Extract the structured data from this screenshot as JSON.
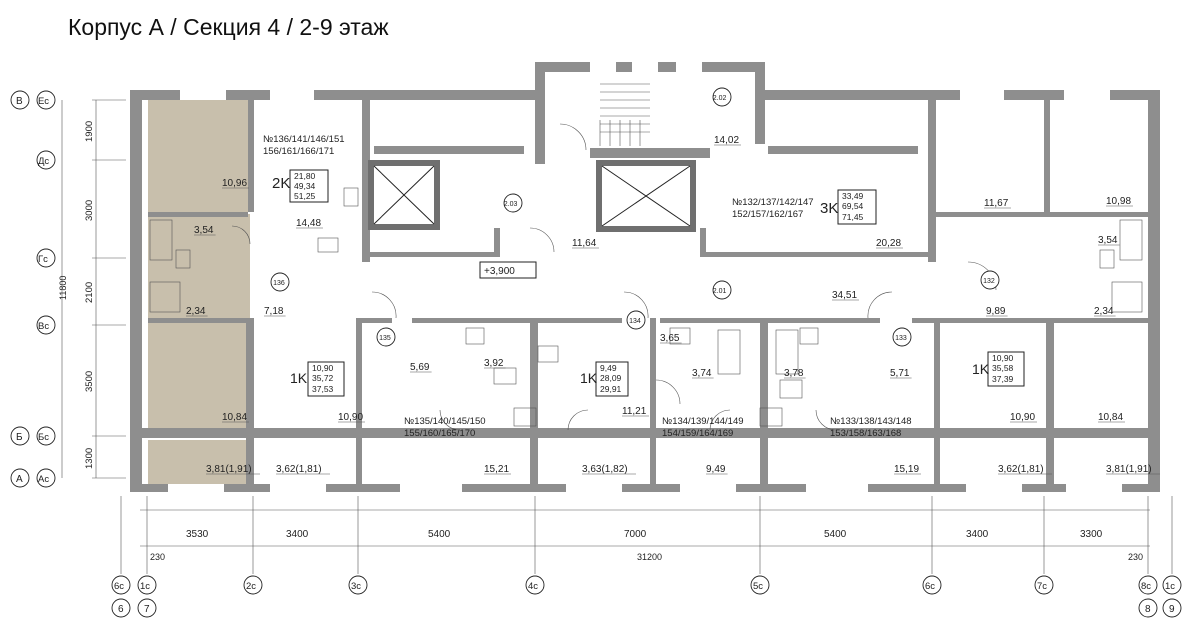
{
  "title": "Корпус А / Секция 4 / 2-9 этаж",
  "colors": {
    "highlight": "#c8bfac",
    "wall": "#8e8e8e",
    "line": "#222222"
  },
  "elevation": "+3,900",
  "left_axes": [
    {
      "id": "В",
      "sub": "Ес"
    },
    {
      "id": "",
      "sub": "Дс"
    },
    {
      "id": "",
      "sub": "Гс"
    },
    {
      "id": "",
      "sub": "Вс"
    },
    {
      "id": "Б",
      "sub": "Бс"
    },
    {
      "id": "А",
      "sub": "Ас"
    }
  ],
  "left_dims": [
    "1900",
    "3000",
    "2100",
    "3500",
    "1300"
  ],
  "left_total": "11800",
  "bottom_axes": [
    {
      "top": "6с",
      "bottom": "6"
    },
    {
      "top": "1с",
      "bottom": "7"
    },
    {
      "top": "2с",
      "bottom": ""
    },
    {
      "top": "3с",
      "bottom": ""
    },
    {
      "top": "4с",
      "bottom": ""
    },
    {
      "top": "5с",
      "bottom": ""
    },
    {
      "top": "6с",
      "bottom": ""
    },
    {
      "top": "7с",
      "bottom": ""
    },
    {
      "top": "8с",
      "bottom": "8"
    },
    {
      "top": "1с",
      "bottom": "9"
    }
  ],
  "bottom_dims": [
    "3530",
    "3400",
    "5400",
    "7000",
    "5400",
    "3400",
    "3300"
  ],
  "bottom_total": "31200",
  "offset_left": "230",
  "offset_right": "230",
  "apartments": [
    {
      "numbers": "№136/141/146/151\n156/161/166/171",
      "type": "2K",
      "areas": [
        "21,80",
        "49,34",
        "51,25"
      ]
    },
    {
      "numbers": "№132/137/142/147\n152/157/162/167",
      "type": "3K",
      "areas": [
        "33,49",
        "69,54",
        "71,45"
      ]
    },
    {
      "numbers": "№135/140/145/150\n155/160/165/170",
      "type": "1K",
      "areas": [
        "10,90",
        "35,72",
        "37,53"
      ]
    },
    {
      "numbers": "№134/139/144/149\n154/159/164/169",
      "type": "1K",
      "areas": [
        "9,49",
        "28,09",
        "29,91"
      ]
    },
    {
      "numbers": "№133/138/143/148\n153/158/163/168",
      "type": "1K",
      "areas": [
        "10,90",
        "35,58",
        "37,39"
      ]
    }
  ],
  "room_areas": [
    "10,96",
    "14,48",
    "3,54",
    "2,34",
    "7,18",
    "10,84",
    "3,81(1,91)",
    "14,02",
    "11,64",
    "20,28",
    "34,51",
    "11,67",
    "10,98",
    "3,54",
    "9,89",
    "2,34",
    "5,69",
    "3,92",
    "10,90",
    "3,62(1,81)",
    "15,21",
    "3,65",
    "3,74",
    "11,21",
    "3,63(1,82)",
    "9,49",
    "3,78",
    "5,71",
    "15,19",
    "10,90",
    "3,62(1,81)",
    "10,84",
    "3,81(1,91)"
  ],
  "tags": [
    "2.02",
    "2.03",
    "2.01",
    "136",
    "132",
    "135",
    "134",
    "133"
  ]
}
